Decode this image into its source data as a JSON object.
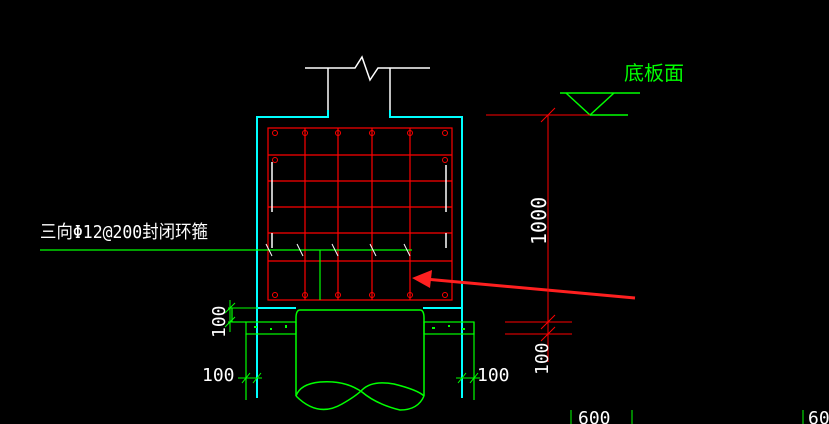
{
  "annotations": {
    "floor_label": "底板面",
    "stirrup_label": "三向Φ12@200封闭环箍",
    "dim_height": "1000",
    "dim_bottom_right": "100",
    "dim_left_vertical": "100",
    "dim_left_horizontal": "100",
    "dim_right_horizontal": "100",
    "dim_bottom_1": "600",
    "dim_bottom_2": "60"
  },
  "colors": {
    "background": "#000000",
    "concrete_outline": "#00ffff",
    "rebar": "#ff0000",
    "pile": "#00ff00",
    "text_green": "#00ff00",
    "text_white": "#ffffff",
    "dimension": "#ff0000",
    "arrow": "#ff2020"
  }
}
